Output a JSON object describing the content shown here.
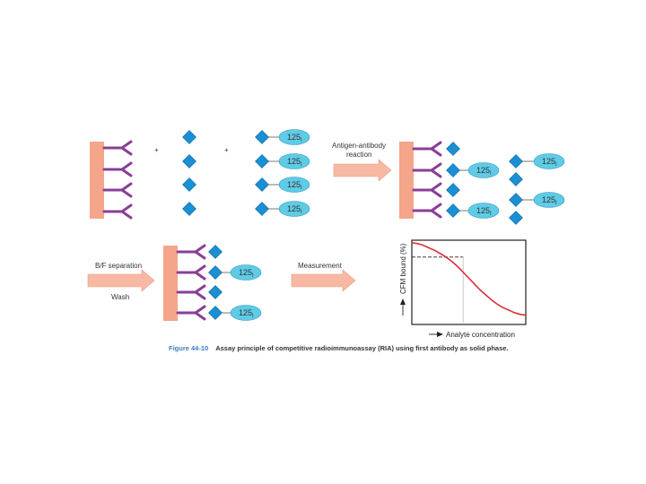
{
  "labels": {
    "plus1": "+",
    "plus2": "+",
    "reaction_line1": "Antigen-antibody",
    "reaction_line2": "reaction",
    "bf_separation": "B/F separation",
    "wash": "Wash",
    "measurement": "Measurement",
    "y_axis": "CFM bound (%)",
    "x_axis": "Analyte concentration"
  },
  "tag": {
    "mass": "125",
    "element": "I"
  },
  "caption": {
    "figure": "Figure 44-10",
    "text": "Assay principle of competitive radioimmunoassay (RIA) using first antibody as solid phase."
  },
  "colors": {
    "solid_phase": "#f4a58a",
    "antibody": "#8a3e97",
    "antigen": "#1b8fd3",
    "tag_fill": "#5fcbe6",
    "arrow": "#f8b9a4",
    "curve": "#d6333b"
  },
  "chart_data": {
    "type": "line",
    "title": "",
    "xlabel": "Analyte concentration",
    "ylabel": "CFM bound (%)",
    "x": [
      0,
      0.05,
      0.1,
      0.15,
      0.2,
      0.25,
      0.3,
      0.35,
      0.4,
      0.45,
      0.5,
      0.55,
      0.6,
      0.65,
      0.7,
      0.75,
      0.8,
      0.85,
      0.9,
      0.95,
      1.0
    ],
    "values": [
      97,
      96,
      94,
      91,
      88,
      84,
      80,
      75,
      69,
      62,
      55,
      48,
      41,
      35,
      29,
      24,
      20,
      17,
      14,
      12,
      11
    ],
    "xlim": [
      0,
      1
    ],
    "ylim": [
      0,
      100
    ],
    "grid": false,
    "reference_point": {
      "x": 0.45,
      "y": 80
    }
  }
}
